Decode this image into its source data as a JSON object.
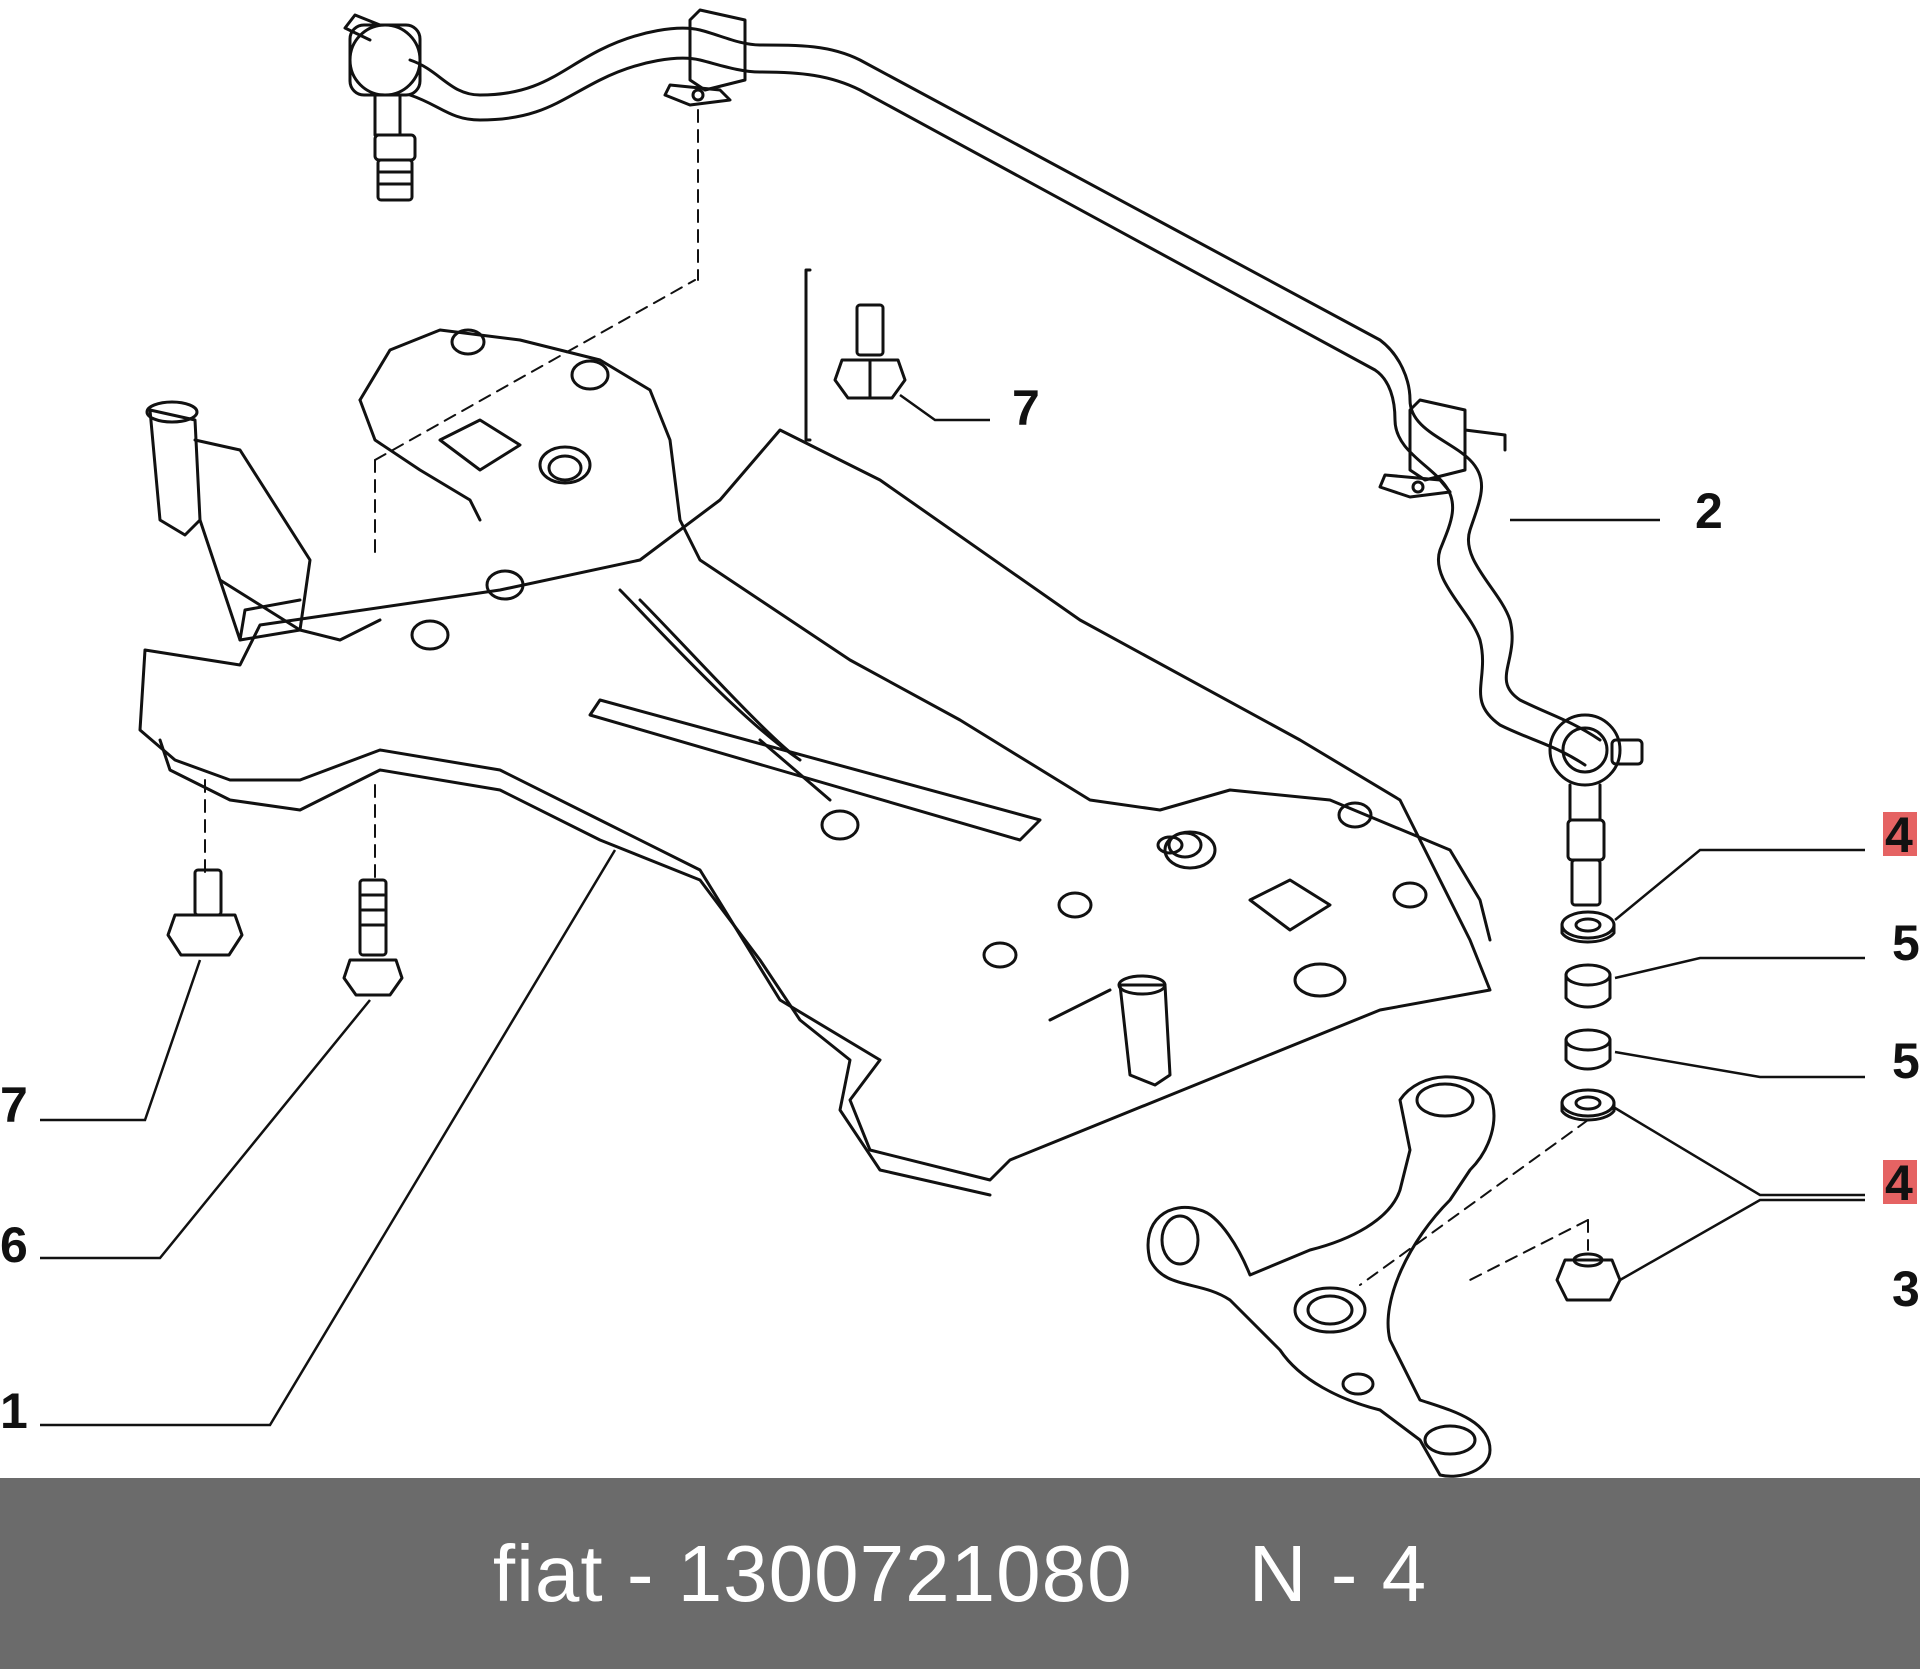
{
  "callouts": [
    {
      "id": "c7a",
      "label": "7",
      "highlight": false
    },
    {
      "id": "c2",
      "label": "2",
      "highlight": false
    },
    {
      "id": "c4a",
      "label": "4",
      "highlight": true
    },
    {
      "id": "c5a",
      "label": "5",
      "highlight": false
    },
    {
      "id": "c5b",
      "label": "5",
      "highlight": false
    },
    {
      "id": "c4b",
      "label": "4",
      "highlight": true
    },
    {
      "id": "c3",
      "label": "3",
      "highlight": false
    },
    {
      "id": "c7b",
      "label": "7",
      "highlight": false
    },
    {
      "id": "c6",
      "label": "6",
      "highlight": false
    },
    {
      "id": "c1",
      "label": "1",
      "highlight": false
    }
  ],
  "footer": {
    "brand": "fiat",
    "separator": " - ",
    "part_number": "1300721080",
    "position_label": "N - 4"
  },
  "colors": {
    "footer_background": "#6b6b6b",
    "footer_text": "#ffffff",
    "line_art": "#111111",
    "highlight": "#e04848"
  }
}
